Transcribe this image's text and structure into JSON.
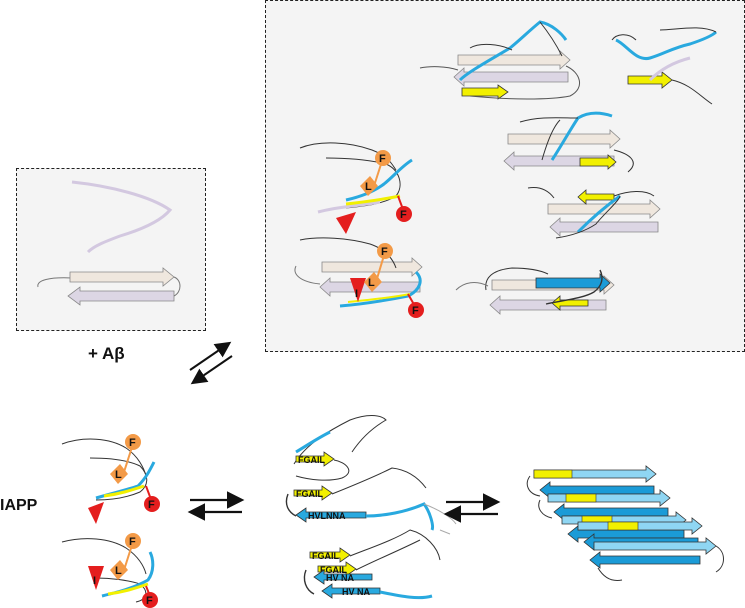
{
  "labels": {
    "plus_abeta": "+ Aβ",
    "iapp": "IAPP"
  },
  "residues": {
    "F": "F",
    "L": "L",
    "I": "I"
  },
  "sequences": {
    "fgail": "FGAIL",
    "hvlnna": "HVLNNA",
    "hv_na": "HV NA"
  },
  "colors": {
    "iapp_segment": "#29a9df",
    "yellow_strand": "#f2f000",
    "abeta_strand": "#d8cfe3",
    "abeta_strand_light": "#efe7de",
    "residue_orange": "#f39a47",
    "residue_red": "#e41e1e",
    "fibril_dark": "#1b9bd7",
    "fibril_light": "#8fd6f3",
    "panel_bg": "#f4f4f4"
  }
}
